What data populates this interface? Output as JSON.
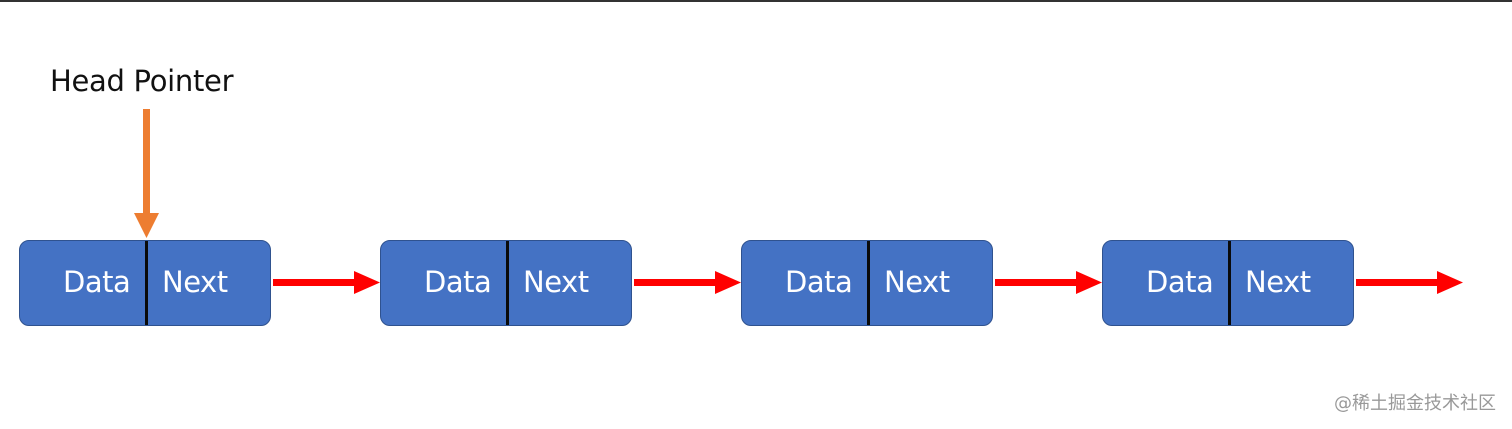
{
  "diagram": {
    "head_pointer_label": "Head Pointer",
    "nodes": [
      {
        "data_label": "Data",
        "next_label": "Next"
      },
      {
        "data_label": "Data",
        "next_label": "Next"
      },
      {
        "data_label": "Data",
        "next_label": "Next"
      },
      {
        "data_label": "Data",
        "next_label": "Next"
      }
    ],
    "colors": {
      "node_fill": "#4472C4",
      "node_border": "#2F528F",
      "link_arrow": "#FF0000",
      "head_arrow": "#ED7D31"
    }
  },
  "watermark": "@稀土掘金技术社区"
}
